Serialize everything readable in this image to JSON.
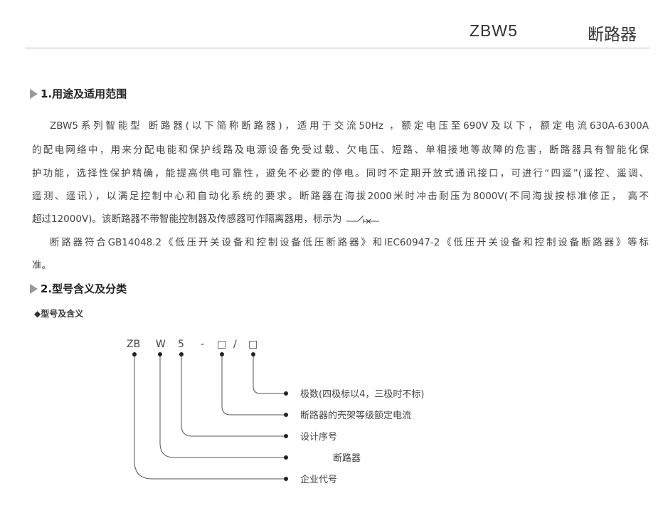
{
  "header": {
    "model": "ZBW5",
    "name": "断路器"
  },
  "section1": {
    "title": "1.用途及适用范围",
    "lines": [
      "ZBW5系列智能型        断路器(以下简称断路器)，适用于交流50Hz ，额定电压至690V及以下，额定电流630A-6300A",
      "的配电网络中，用来分配电能和保护线路及电源设备免受过载、欠电压、短路、单相接地等故障的危害，断路器具有智能化保",
      "护功能，选择性保护精确，能提高供电可靠性，避免不必要的停电。同时不定期开放式通讯接口，可进行“四遥”(遥控、遥调、",
      "遥测、遥讯），以满足控制中心和自动化系统的要求。断路器在海拔2000米时冲击耐压为8000V(不同海拔按标准修正，    高不",
      "超过12000V)。该断路器不带智能控制器及传感器可作隔离器用，标示为",
      "断路器符合GB14048.2《低压开关设备和控制设备低压断路器》和IEC60947-2《低压开关设备和控制设备断路器》等标",
      "准。"
    ]
  },
  "section2": {
    "title": "2.型号含义及分类",
    "subtitle": "◆型号及含义",
    "code_parts": [
      "ZB",
      "W",
      "5",
      "-",
      "□",
      "/",
      "□"
    ],
    "labels": [
      "极数(四极标以4，三极时不标)",
      "断路器的壳架等级额定电流",
      "设计序号",
      "断路器",
      "企业代号"
    ]
  }
}
